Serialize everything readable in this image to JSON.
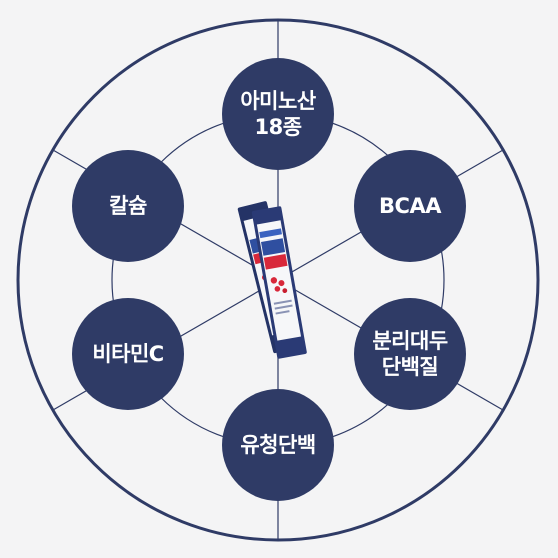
{
  "colors": {
    "background": "#f4f4f5",
    "line": "#2f3b66",
    "node_fill": "#2f3b66",
    "node_text": "#ffffff",
    "package_red": "#d8283a",
    "package_white": "#f6f7f9"
  },
  "diagram": {
    "nodes": [
      {
        "id": "amino",
        "lines": [
          "아미노산",
          "18종"
        ]
      },
      {
        "id": "bcaa",
        "lines": [
          "BCAA"
        ]
      },
      {
        "id": "isolated-soy",
        "lines": [
          "분리대두",
          "단백질"
        ]
      },
      {
        "id": "whey",
        "lines": [
          "유청단백"
        ]
      },
      {
        "id": "vitamin-c",
        "lines": [
          "비타민C"
        ]
      },
      {
        "id": "calcium",
        "lines": [
          "칼슘"
        ]
      }
    ]
  },
  "product": {
    "icon": "protein-stick-packets-image"
  }
}
